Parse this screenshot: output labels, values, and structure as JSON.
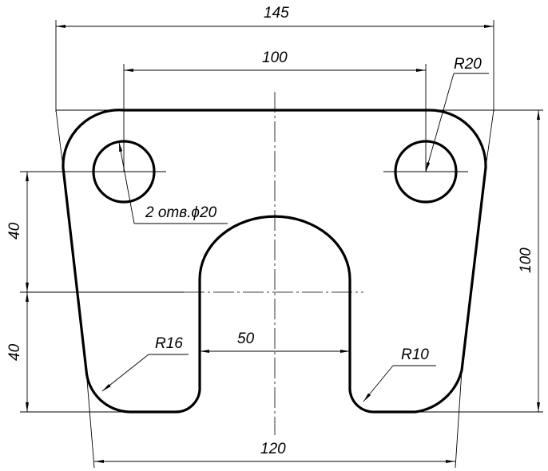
{
  "drawing": {
    "dims": {
      "overall_width": "145",
      "hole_spacing": "100",
      "corner_radius": "R20",
      "holes_note": "2 отв.ϕ20",
      "height_upper": "40",
      "height_lower": "40",
      "overall_height": "100",
      "slot_radius": "R16",
      "slot_width": "50",
      "inner_radius": "R10",
      "bottom_width": "120"
    }
  }
}
